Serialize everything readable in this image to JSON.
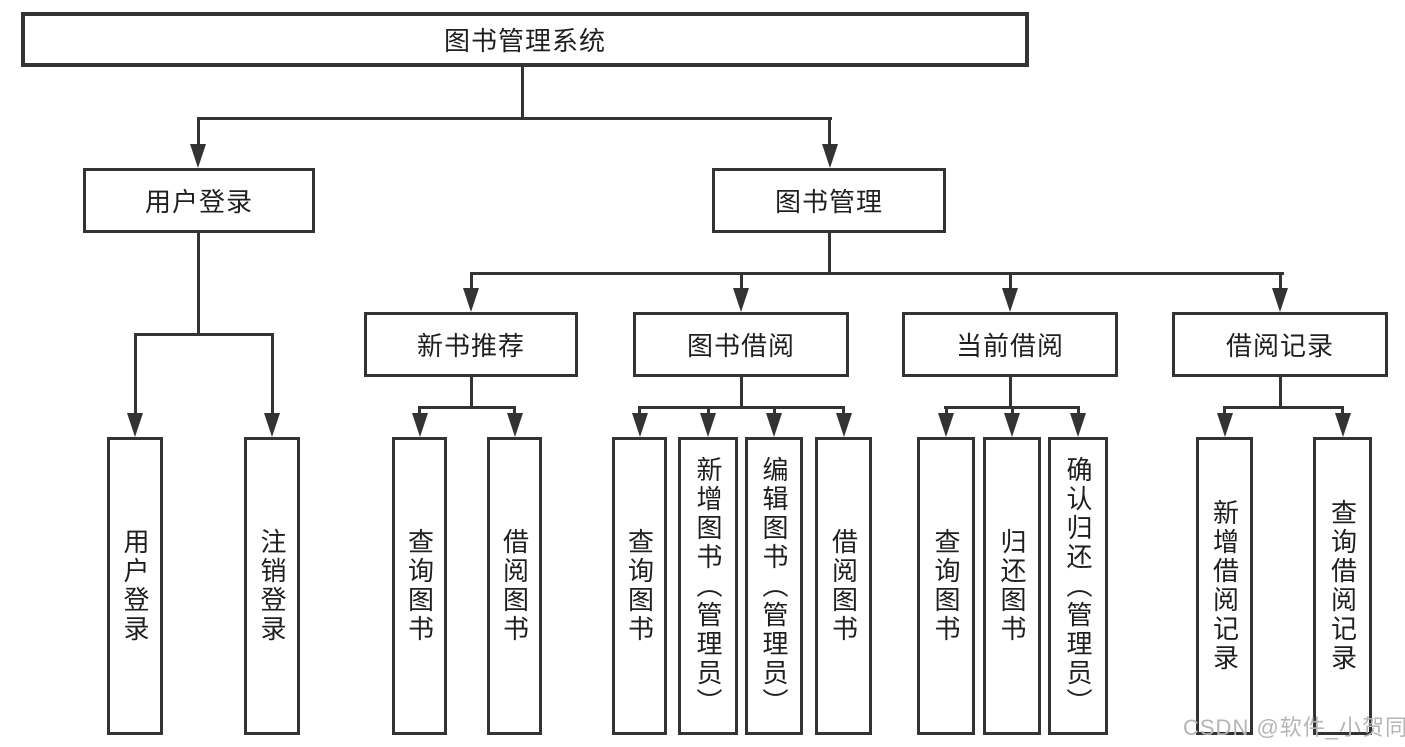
{
  "colors": {
    "line": "#333333",
    "text": "#1f1f1f",
    "watermark": "#b5b5b5",
    "background": "#ffffff"
  },
  "tree": {
    "root": {
      "label": "图书管理系统",
      "children": [
        {
          "label": "用户登录",
          "children": [
            {
              "label": "用户登录"
            },
            {
              "label": "注销登录"
            }
          ]
        },
        {
          "label": "图书管理",
          "children": [
            {
              "label": "新书推荐",
              "children": [
                {
                  "label": "查询图书"
                },
                {
                  "label": "借阅图书"
                }
              ]
            },
            {
              "label": "图书借阅",
              "children": [
                {
                  "label": "查询图书"
                },
                {
                  "label": "新增图书（管理员）"
                },
                {
                  "label": "编辑图书（管理员）"
                },
                {
                  "label": "借阅图书"
                }
              ]
            },
            {
              "label": "当前借阅",
              "children": [
                {
                  "label": "查询图书"
                },
                {
                  "label": "归还图书"
                },
                {
                  "label": "确认归还（管理员）"
                }
              ]
            },
            {
              "label": "借阅记录",
              "children": [
                {
                  "label": "新增借阅记录"
                },
                {
                  "label": "查询借阅记录"
                }
              ]
            }
          ]
        }
      ]
    }
  },
  "watermark": {
    "text": "CSDN @软件_小贺同学"
  }
}
